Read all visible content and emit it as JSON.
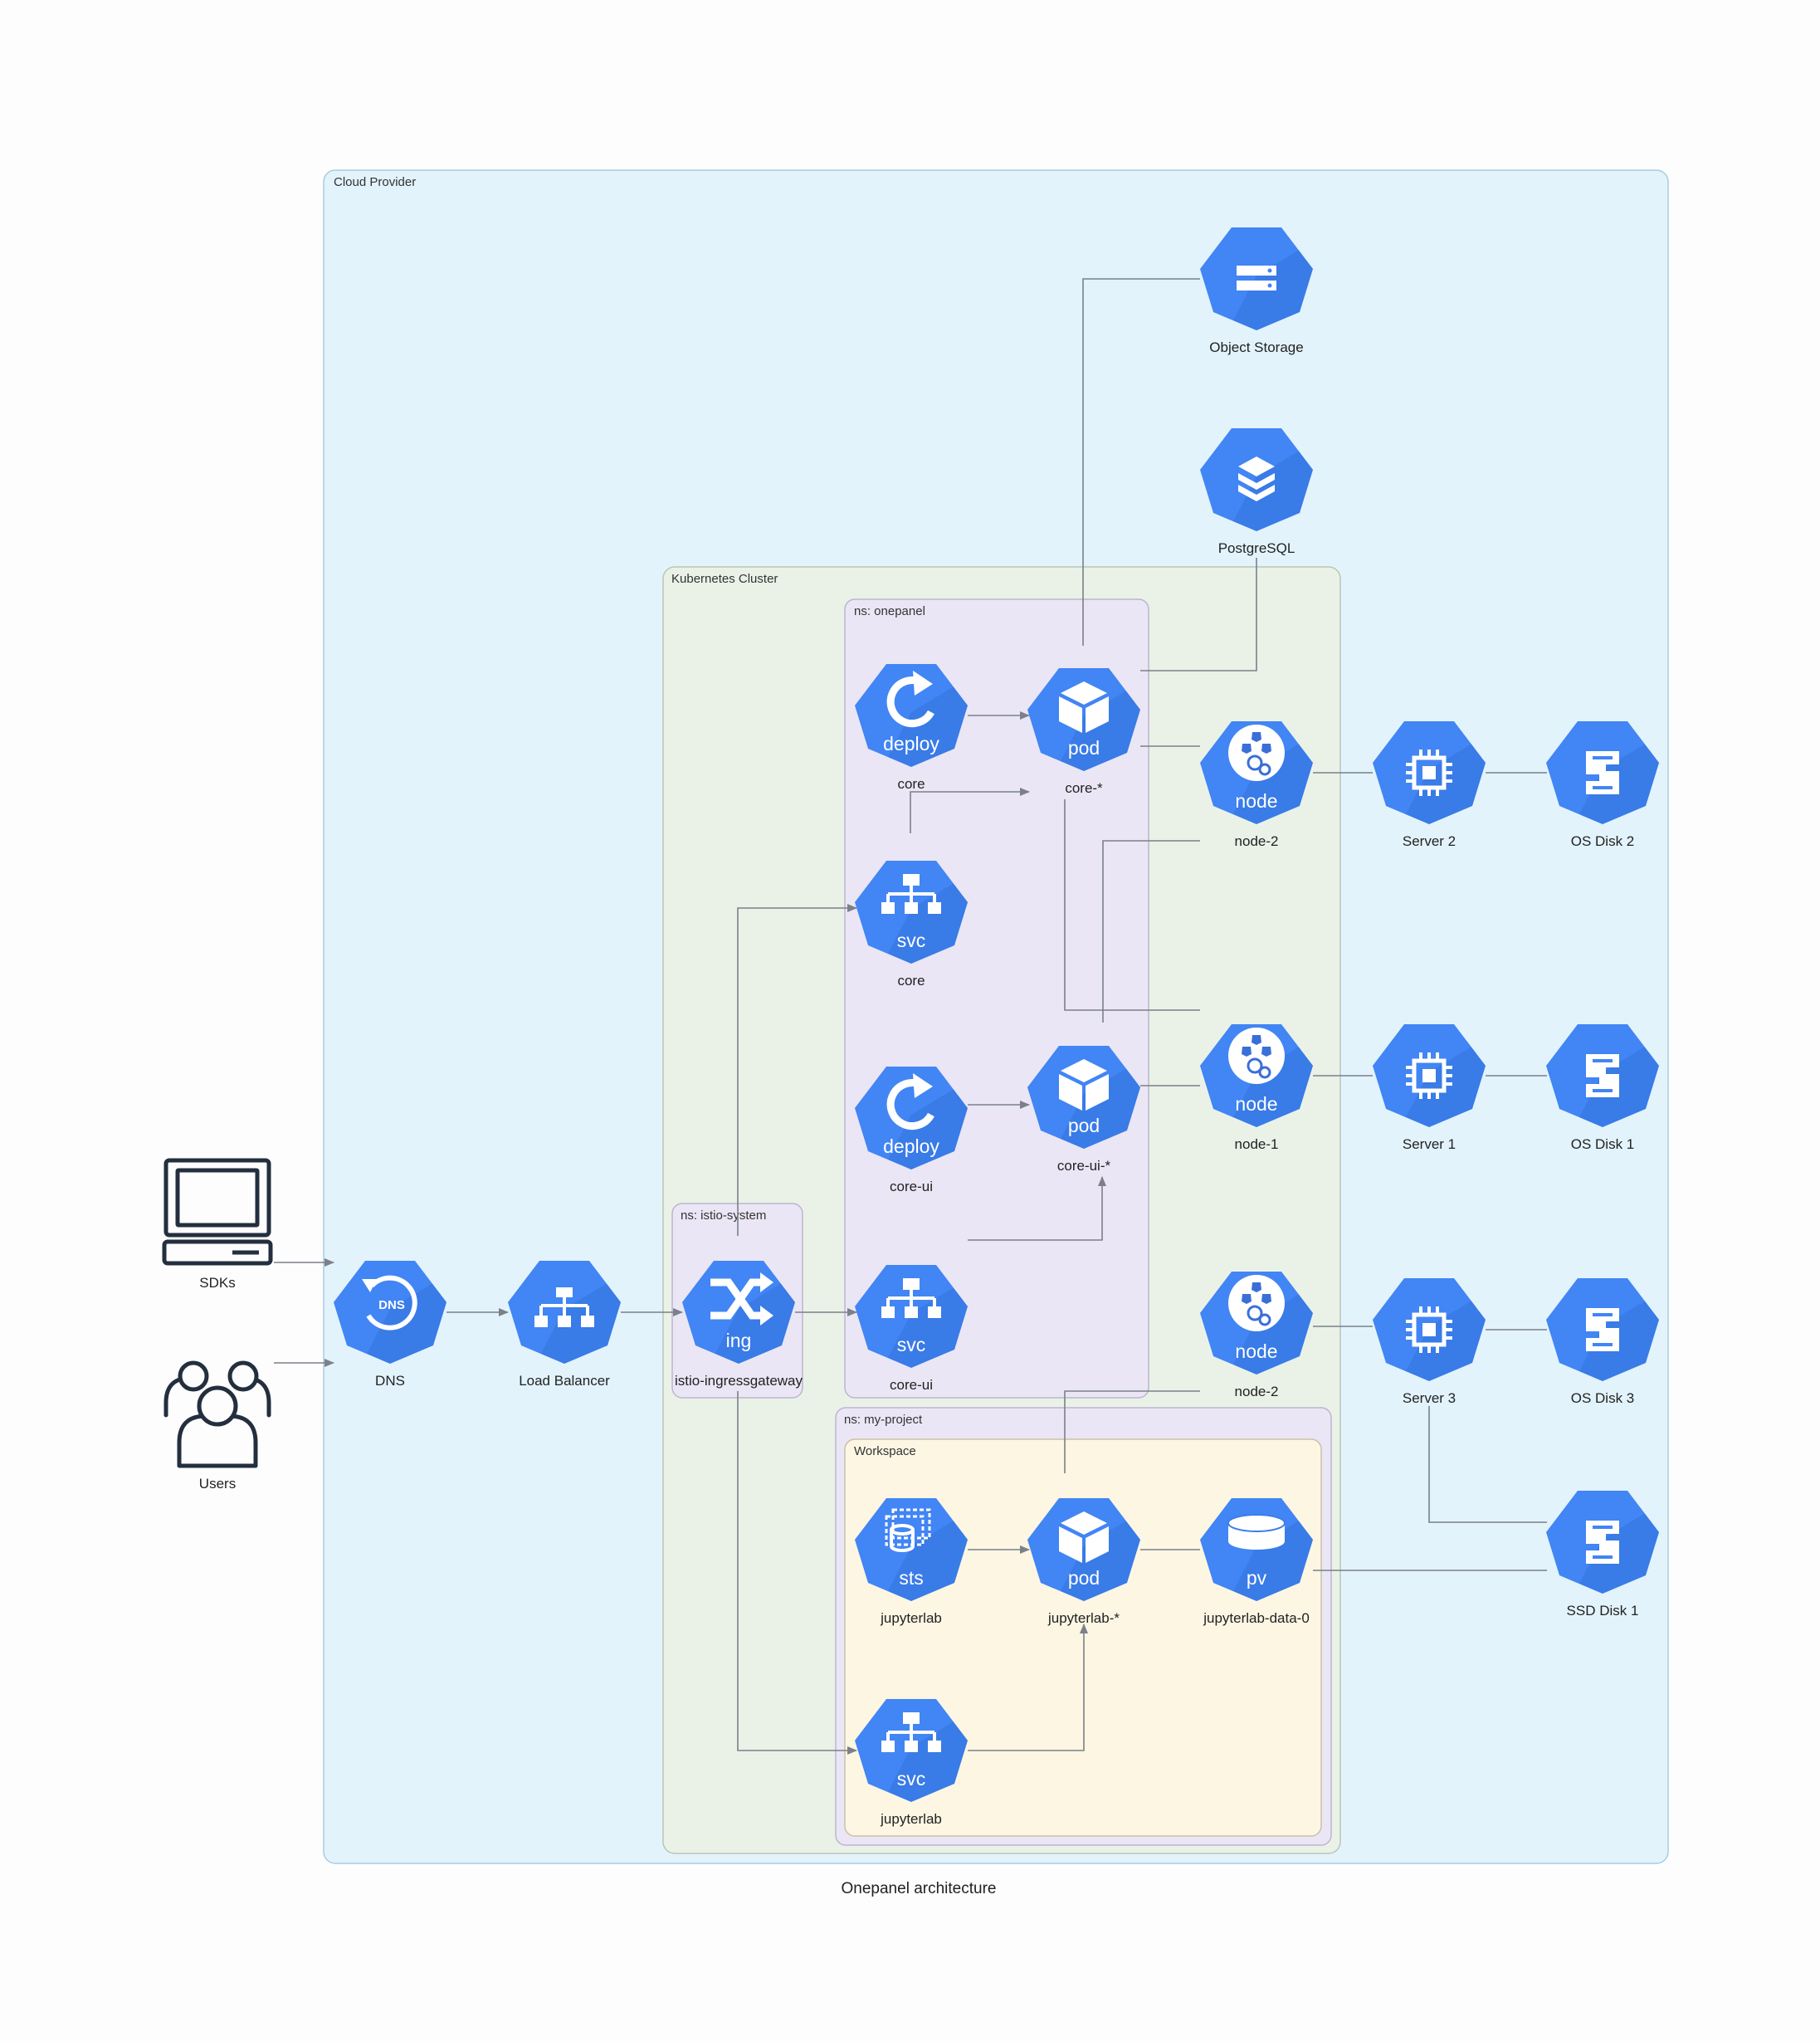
{
  "diagram_title": "Onepanel architecture",
  "colors": {
    "hex_blue": "#4285f4",
    "hex_shadow": "#2e6fd8",
    "cloud_bg": "#e2f3fc",
    "k8s_bg": "#eaf2e8",
    "namespace_bg": "#ebe6f5",
    "workspace_bg": "#fcf6e3",
    "edge": "#7b8089"
  },
  "clusters": {
    "cloud": "Cloud Provider",
    "k8s": "Kubernetes Cluster",
    "onepanel": "ns: onepanel",
    "istio": "ns: istio-system",
    "project": "ns: my-project",
    "workspace": "Workspace"
  },
  "nodes": {
    "sdks": {
      "label": "SDKs",
      "icon": "laptop-icon"
    },
    "users": {
      "label": "Users",
      "icon": "users-icon"
    },
    "dns": {
      "label": "DNS",
      "tag": "DNS",
      "icon": "dns-icon"
    },
    "lb": {
      "label": "Load Balancer",
      "icon": "load-balancer-icon"
    },
    "ingress": {
      "label": "istio-ingressgateway",
      "tag": "ing",
      "icon": "shuffle-icon"
    },
    "deploy_core": {
      "label": "core",
      "tag": "deploy",
      "icon": "deploy-icon"
    },
    "pod_core": {
      "label": "core-*",
      "tag": "pod",
      "icon": "cube-icon"
    },
    "svc_core": {
      "label": "core",
      "tag": "svc",
      "icon": "service-icon"
    },
    "deploy_core_ui": {
      "label": "core-ui",
      "tag": "deploy",
      "icon": "deploy-icon"
    },
    "pod_core_ui": {
      "label": "core-ui-*",
      "tag": "pod",
      "icon": "cube-icon"
    },
    "svc_core_ui": {
      "label": "core-ui",
      "tag": "svc",
      "icon": "service-icon"
    },
    "sts_jupyter": {
      "label": "jupyterlab",
      "tag": "sts",
      "icon": "statefulset-icon"
    },
    "pod_jupyter": {
      "label": "jupyterlab-*",
      "tag": "pod",
      "icon": "cube-icon"
    },
    "pv_jupyter": {
      "label": "jupyterlab-data-0",
      "tag": "pv",
      "icon": "disk-icon"
    },
    "svc_jupyter": {
      "label": "jupyterlab",
      "tag": "svc",
      "icon": "service-icon"
    },
    "node_a": {
      "label": "node-2",
      "tag": "node",
      "icon": "k8s-node-icon"
    },
    "node_b": {
      "label": "node-1",
      "tag": "node",
      "icon": "k8s-node-icon"
    },
    "node_c": {
      "label": "node-2",
      "tag": "node",
      "icon": "k8s-node-icon"
    },
    "server2": {
      "label": "Server 2",
      "icon": "cpu-icon"
    },
    "server1": {
      "label": "Server 1",
      "icon": "cpu-icon"
    },
    "server3": {
      "label": "Server 3",
      "icon": "cpu-icon"
    },
    "osdisk2": {
      "label": "OS Disk 2",
      "icon": "persistent-disk-icon"
    },
    "osdisk1": {
      "label": "OS Disk 1",
      "icon": "persistent-disk-icon"
    },
    "osdisk3": {
      "label": "OS Disk 3",
      "icon": "persistent-disk-icon"
    },
    "ssddisk1": {
      "label": "SSD Disk 1",
      "icon": "persistent-disk-icon"
    },
    "object_storage": {
      "label": "Object Storage",
      "icon": "storage-icon"
    },
    "postgres": {
      "label": "PostgreSQL",
      "icon": "database-icon"
    }
  }
}
